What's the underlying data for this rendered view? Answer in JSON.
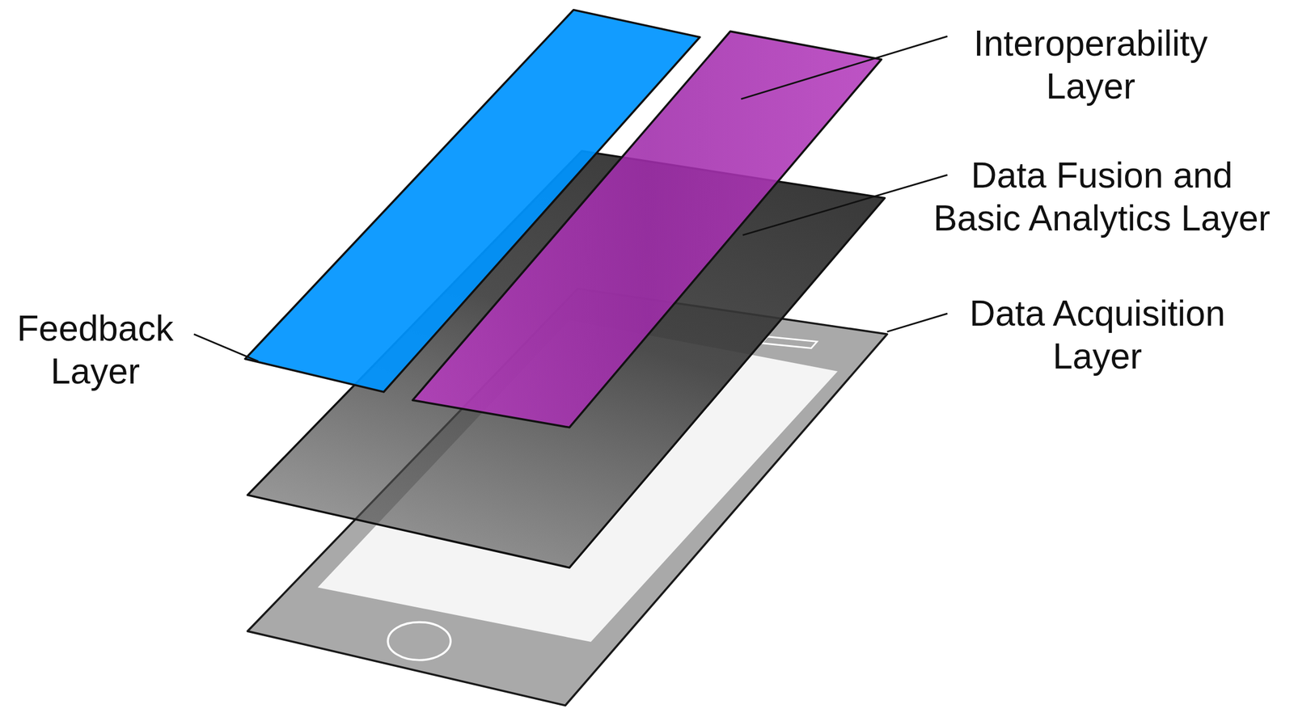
{
  "diagram": {
    "labels": [
      "Interoperability Layer",
      "Data Fusion and Basic Analytics Layer",
      "Data Acquisition Layer",
      "Feedback Layer"
    ]
  }
}
